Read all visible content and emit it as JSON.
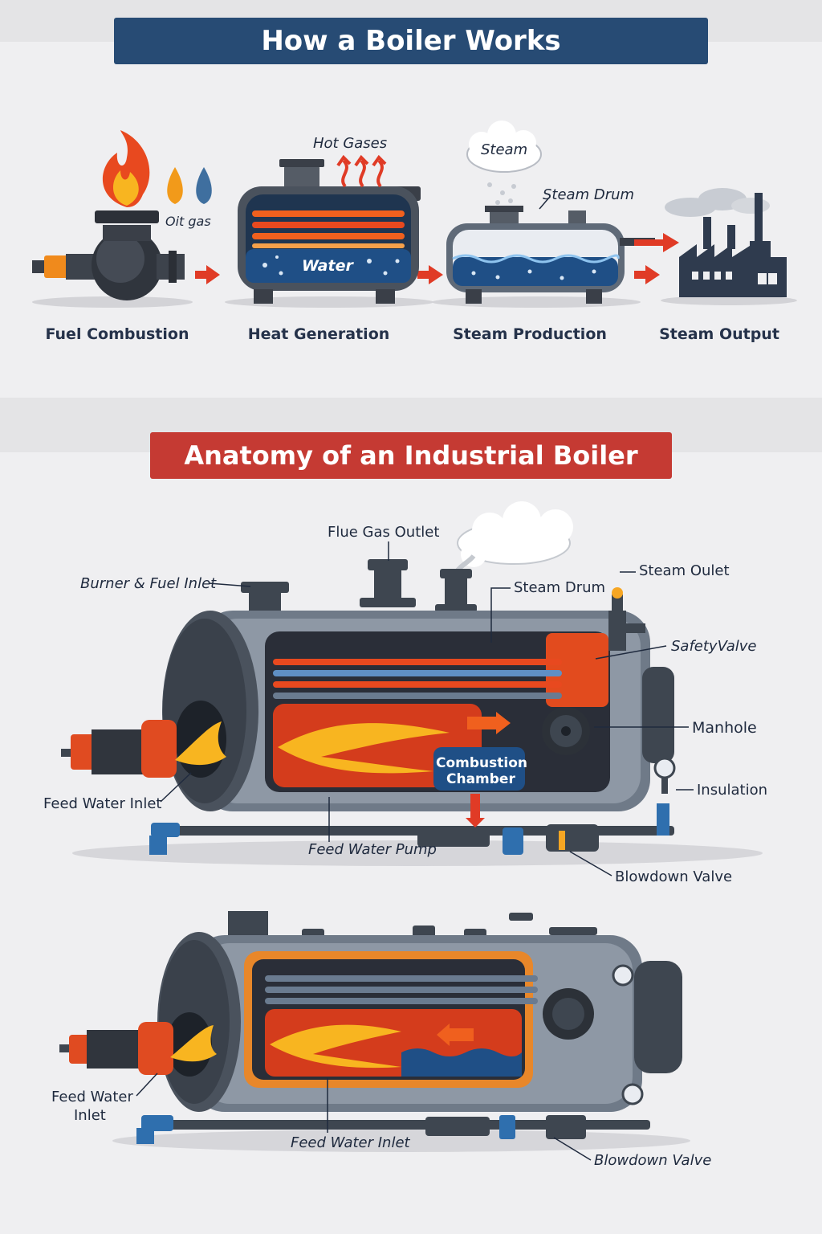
{
  "top_title": "How a Boiler Works",
  "process_steps": [
    {
      "label": "Fuel Combustion"
    },
    {
      "label": "Heat Generation"
    },
    {
      "label": "Steam Production"
    },
    {
      "label": "Steam Output"
    }
  ],
  "process_callouts": {
    "fuel_type": "Oit gas",
    "hot_gases": "Hot Gases",
    "water": "Water",
    "steam": "Steam",
    "steam_drum": "Steam Drum"
  },
  "anatomy_title": "Anatomy of an Industrial Boiler",
  "diagram1": {
    "flue_gas_outlet": "Flue Gas Outlet",
    "burner_fuel_inlet": "Burner & Fuel Inlet",
    "steam_drum": "Steam Drum",
    "steam_outlet": "Steam Oulet",
    "safety_valve": "SafetyValve",
    "manhole": "Manhole",
    "combustion_chamber_line1": "Combustion",
    "combustion_chamber_line2": "Chamber",
    "insulation": "Insulation",
    "feed_water_inlet": "Feed Water Inlet",
    "feed_water_pump": "Feed Water Pump",
    "blowdown_valve": "Blowdown Valve"
  },
  "diagram2": {
    "feed_water_inlet_left_line1": "Feed Water",
    "feed_water_inlet_left_line2": "Inlet",
    "feed_water_inlet_bottom": "Feed Water Inlet",
    "blowdown_valve": "Blowdown Valve"
  },
  "colors": {
    "title_blue": "#274b74",
    "title_red": "#c53a33",
    "flame_orange": "#f39a1c",
    "arrow_red": "#e03b26",
    "water_blue": "#1f4f86",
    "steel_gray": "#5f6a78"
  }
}
